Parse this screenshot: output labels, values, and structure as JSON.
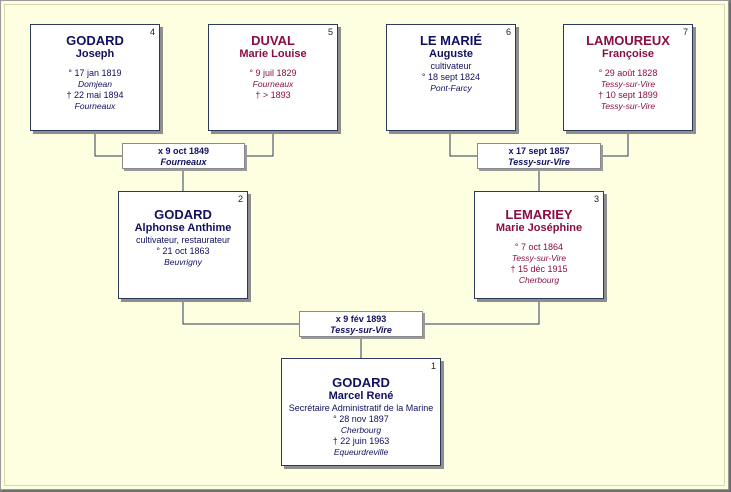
{
  "people": {
    "p1": {
      "num": "1",
      "surname": "GODARD",
      "given": "Marcel René",
      "occupation": "Secrétaire Administratif de la Marine",
      "birth": "° 28 nov 1897",
      "birth_place": "Cherbourg",
      "death": "† 22 juin 1963",
      "death_place": "Equeurdreville"
    },
    "p2": {
      "num": "2",
      "surname": "GODARD",
      "given": "Alphonse Anthime",
      "occupation": "cultivateur, restaurateur",
      "birth": "° 21 oct 1863",
      "birth_place": "Beuvrigny"
    },
    "p3": {
      "num": "3",
      "surname": "LEMARIEY",
      "given": "Marie Joséphine",
      "birth": "° 7 oct 1864",
      "birth_place": "Tessy-sur-Vire",
      "death": "† 15 déc 1915",
      "death_place": "Cherbourg"
    },
    "p4": {
      "num": "4",
      "surname": "GODARD",
      "given": "Joseph",
      "birth": "° 17 jan 1819",
      "birth_place": "Domjean",
      "death": "† 22 mai 1894",
      "death_place": "Fourneaux"
    },
    "p5": {
      "num": "5",
      "surname": "DUVAL",
      "given": "Marie Louise",
      "birth": "° 9 juil 1829",
      "birth_place": "Fourneaux",
      "death": "† > 1893"
    },
    "p6": {
      "num": "6",
      "surname": "LE MARIÉ",
      "given": "Auguste",
      "occupation": "cultivateur",
      "birth": "° 18 sept 1824",
      "birth_place": "Pont-Farcy"
    },
    "p7": {
      "num": "7",
      "surname": "LAMOUREUX",
      "given": "Françoise",
      "birth": "° 29 août 1828",
      "birth_place": "Tessy-sur-Vire",
      "death": "† 10 sept 1899",
      "death_place": "Tessy-sur-Vire"
    }
  },
  "marriages": {
    "m45": {
      "date": "x 9 oct 1849",
      "place": "Fourneaux"
    },
    "m67": {
      "date": "x 17 sept 1857",
      "place": "Tessy-sur-Vire"
    },
    "m23": {
      "date": "x 9 fév 1893",
      "place": "Tessy-sur-Vire"
    }
  },
  "colors": {
    "male": "#101060",
    "female": "#8a0e45",
    "line": "#2b3a5c",
    "background": "#fefee0"
  }
}
